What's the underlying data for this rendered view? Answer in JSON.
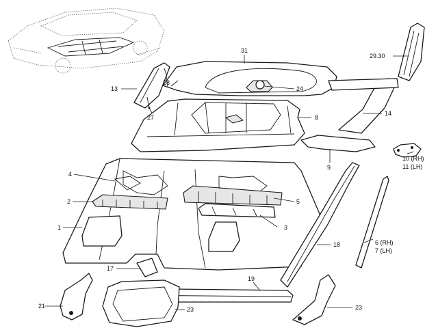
{
  "callouts": {
    "c1": "1",
    "c2": "2",
    "c3": "3",
    "c4": "4",
    "c5": "5",
    "c6": "6 (RH)",
    "c7": "7 (LH)",
    "c8": "8",
    "c9": "9",
    "c10": "10 (RH)",
    "c11": "11 (LH)",
    "c13": "13",
    "c14": "14",
    "c17": "17",
    "c18": "18",
    "c19": "19",
    "c21": "21",
    "c23a": "23",
    "c23b": "23",
    "c24": "24",
    "c27": "27",
    "c28": "28",
    "c2930": "29.30",
    "c31": "31"
  }
}
